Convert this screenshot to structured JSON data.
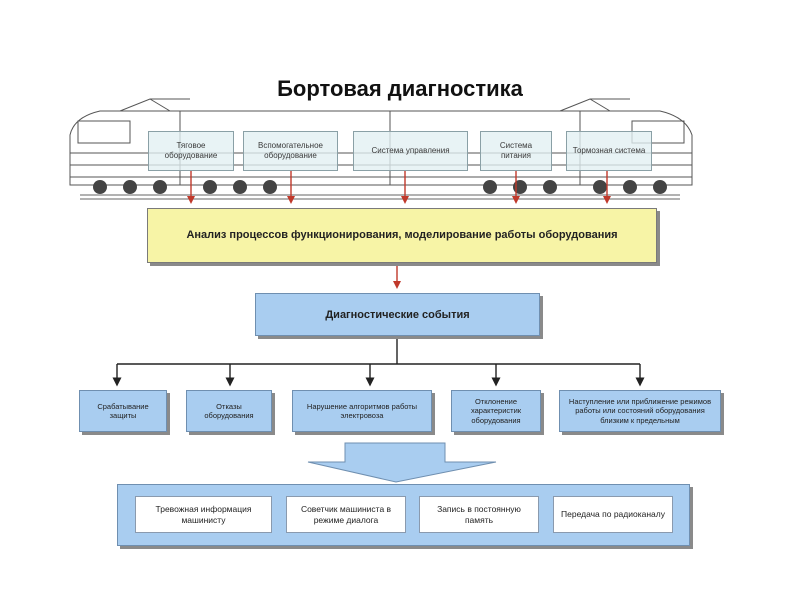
{
  "title": "Бортовая диагностика",
  "systems": [
    {
      "label": "Тяговое оборудование"
    },
    {
      "label": "Вспомогательное оборудование"
    },
    {
      "label": "Система управления"
    },
    {
      "label": "Система питания"
    },
    {
      "label": "Тормозная система"
    }
  ],
  "analysis": {
    "label": "Анализ процессов функционирования, моделирование работы оборудования"
  },
  "events": {
    "label": "Диагностические события"
  },
  "event_types": [
    {
      "label": "Срабатывание защиты"
    },
    {
      "label": "Отказы оборудования"
    },
    {
      "label": "Нарушение алгоритмов работы электровоза"
    },
    {
      "label": "Отклонение характеристик оборудования"
    },
    {
      "label": "Наступление или приближение режимов работы или состояний оборудования близким к предельным"
    }
  ],
  "outputs": [
    {
      "label": "Тревожная информация машинисту"
    },
    {
      "label": "Советчик машиниста в режиме диалога"
    },
    {
      "label": "Запись в постоянную память"
    },
    {
      "label": "Передача по радиоканалу"
    }
  ],
  "colors": {
    "arrow": "#c0392b",
    "analysis_fill": "#f7f4a6",
    "box_fill": "#a9cdf0"
  }
}
